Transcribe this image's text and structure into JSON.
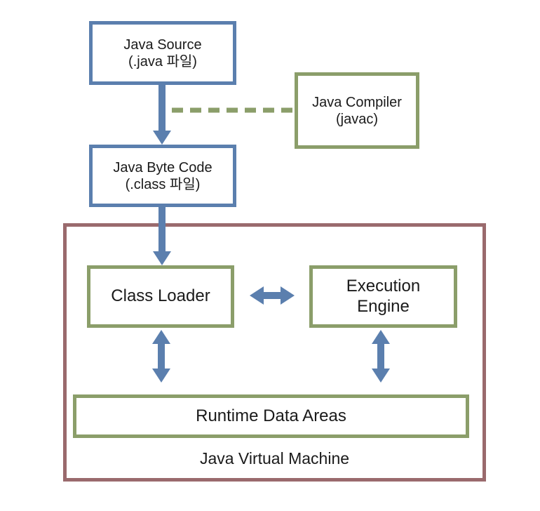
{
  "colors": {
    "blue": "#5b7fae",
    "green": "#8b9e6a",
    "maroon": "#9a6a6d",
    "arrow": "#5b7fae",
    "dashed": "#8b9e6a"
  },
  "nodes": {
    "java_source": {
      "line1": "Java Source",
      "line2": "(.java 파일)"
    },
    "java_compiler": {
      "line1": "Java Compiler",
      "line2": "(javac)"
    },
    "java_byte_code": {
      "line1": "Java Byte Code",
      "line2": "(.class 파일)"
    },
    "class_loader": {
      "label": "Class Loader"
    },
    "execution_engine": {
      "line1": "Execution",
      "line2": "Engine"
    },
    "runtime_data_areas": {
      "label": "Runtime Data Areas"
    },
    "jvm": {
      "label": "Java Virtual Machine"
    }
  },
  "edges": [
    {
      "from": "java_source",
      "to": "java_byte_code",
      "style": "arrow"
    },
    {
      "from": "java_compiler",
      "to": "java_source-java_byte_code",
      "style": "dashed"
    },
    {
      "from": "java_byte_code",
      "to": "class_loader",
      "style": "arrow"
    },
    {
      "from": "class_loader",
      "to": "execution_engine",
      "style": "double-arrow"
    },
    {
      "from": "class_loader",
      "to": "runtime_data_areas",
      "style": "double-arrow"
    },
    {
      "from": "execution_engine",
      "to": "runtime_data_areas",
      "style": "double-arrow"
    }
  ]
}
